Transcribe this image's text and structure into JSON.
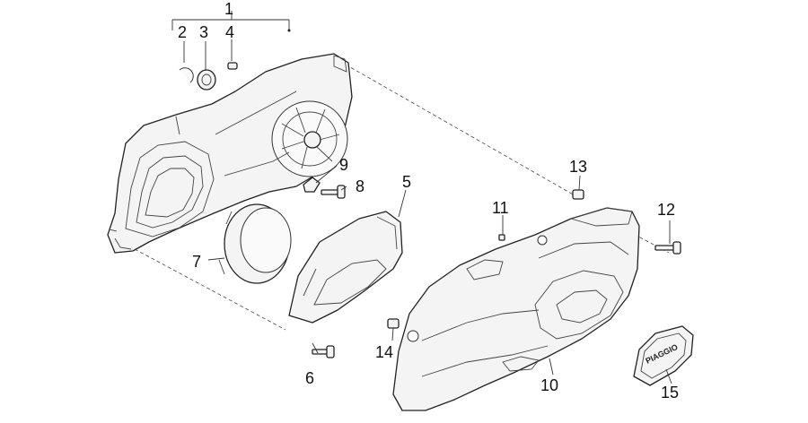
{
  "callouts": {
    "c1": "1",
    "c2": "2",
    "c3": "3",
    "c4": "4",
    "c5": "5",
    "c6": "6",
    "c7": "7",
    "c8": "8",
    "c9": "9",
    "c10": "10",
    "c11": "11",
    "c12": "12",
    "c13": "13",
    "c14": "14",
    "c15": "15"
  },
  "badge": {
    "logo_text": "PIAGGIO"
  },
  "colors": {
    "line": "#222222",
    "fill": "#f4f4f4",
    "background": "#ffffff"
  }
}
